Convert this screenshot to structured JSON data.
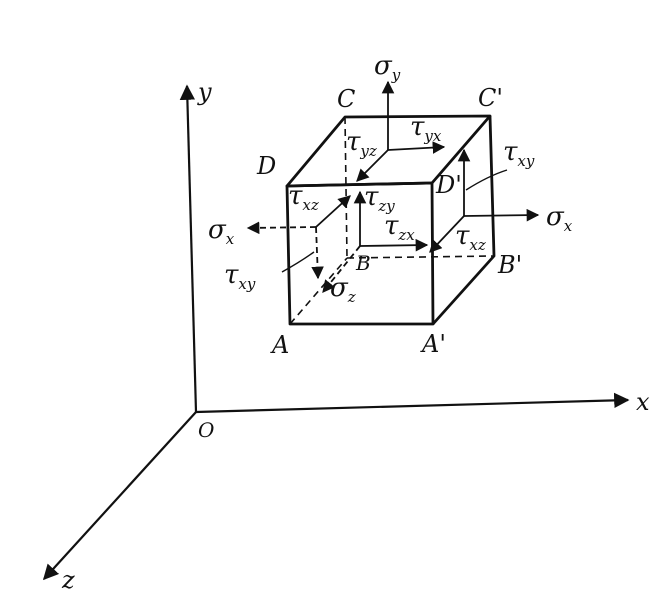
{
  "axes": {
    "x": "x",
    "y": "y",
    "z": "z",
    "origin": "O"
  },
  "vertices": {
    "A": "A",
    "A_prime": "A'",
    "B": "B",
    "B_prime": "B'",
    "C": "C",
    "C_prime": "C'",
    "D": "D",
    "D_prime": "D'"
  },
  "stresses": {
    "sigma": "σ",
    "tau": "τ",
    "sub_y": "y",
    "sub_x": "x",
    "sub_z": "z",
    "sub_yx": "yx",
    "sub_yz": "yz",
    "sub_xy": "xy",
    "sub_xz": "xz",
    "sub_zy": "zy",
    "sub_zx": "zx"
  },
  "colors": {
    "ink": "#111111",
    "background": "#ffffff"
  }
}
